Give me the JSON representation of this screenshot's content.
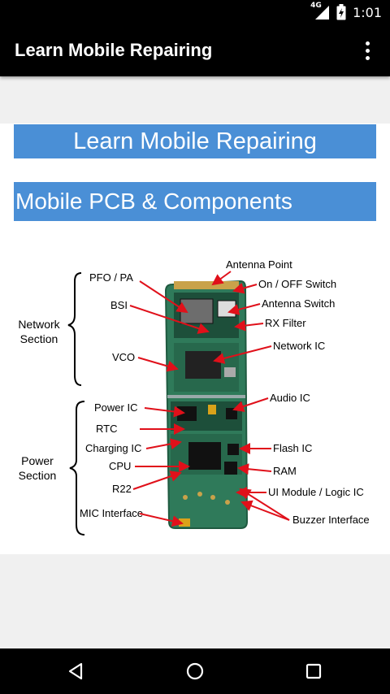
{
  "status_bar": {
    "network_type": "4G",
    "time": "1:01"
  },
  "app_bar": {
    "title": "Learn Mobile Repairing",
    "menu_icon": "more-vert-icon"
  },
  "content": {
    "banner_title": "Learn Mobile Repairing",
    "section_title": "Mobile PCB & Components",
    "diagram": {
      "left_groups": [
        "Network Section",
        "Power Section"
      ],
      "left_labels": [
        "PFO / PA",
        "BSI",
        "VCO",
        "Power IC",
        "RTC",
        "Charging IC",
        "CPU",
        "R22",
        "MIC Interface"
      ],
      "right_labels": [
        "Antenna Point",
        "On / OFF Switch",
        "Antenna Switch",
        "RX Filter",
        "Network IC",
        "Audio IC",
        "Flash IC",
        "RAM",
        "UI Module / Logic IC",
        "Buzzer Interface"
      ]
    }
  },
  "nav_bar": {
    "icons": [
      "back-icon",
      "home-icon",
      "recents-icon"
    ]
  },
  "colors": {
    "banner": "#4a8fd6",
    "bar": "#000000",
    "background": "#f0f0f0",
    "pcb": "#2f7a5a",
    "arrow": "#e0101a"
  }
}
